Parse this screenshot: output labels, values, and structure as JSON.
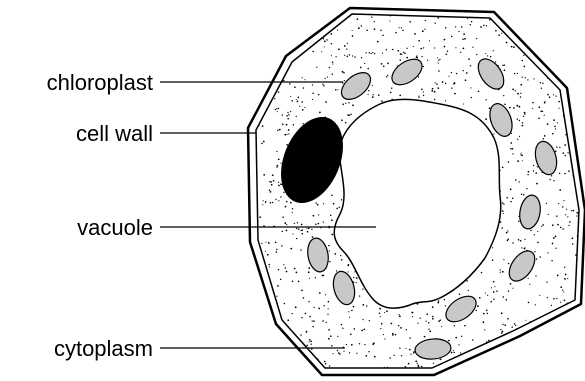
{
  "diagram": {
    "labels": {
      "chloroplast": "chloroplast",
      "cell_wall": "cell wall",
      "vacuole": "vacuole",
      "cytoplasm": "cytoplasm"
    },
    "colors": {
      "outline": "#000000",
      "chloroplast_fill": "#c8c8c8",
      "nucleus_fill": "#000000",
      "background": "#ffffff"
    }
  }
}
